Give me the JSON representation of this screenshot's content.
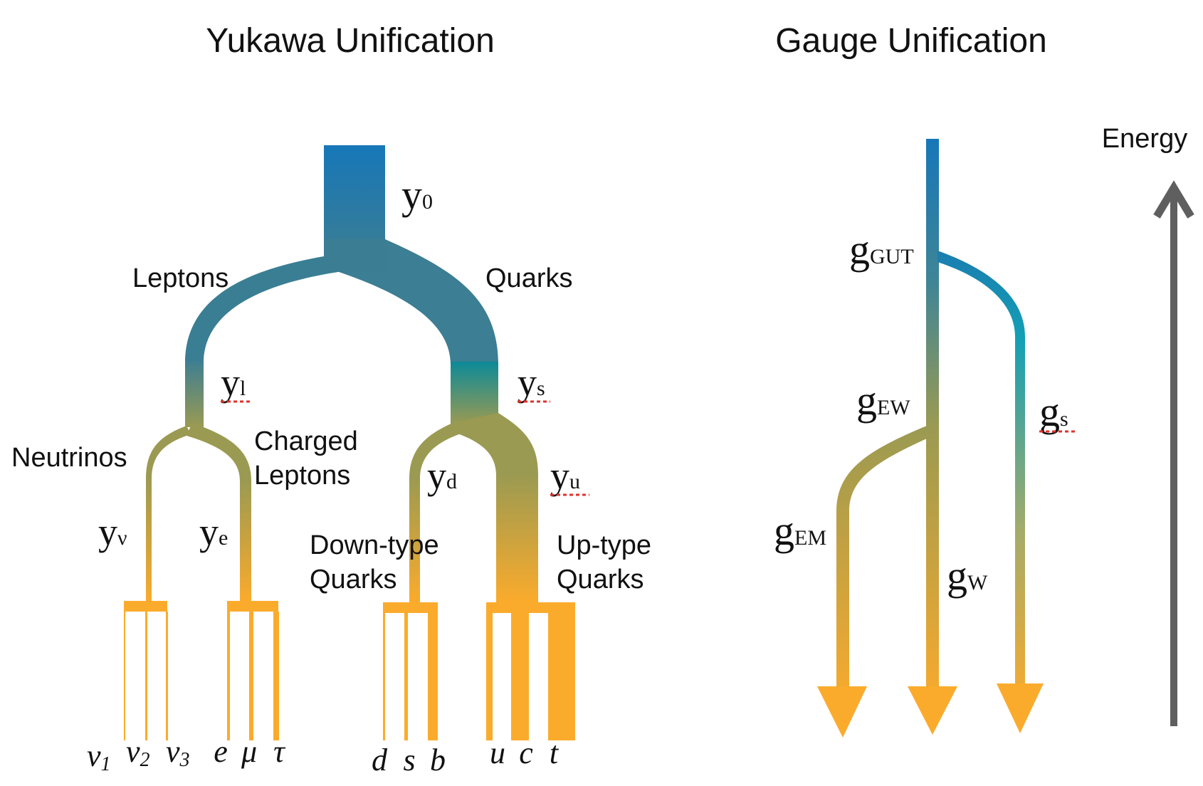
{
  "titles": {
    "yukawa": "Yukawa Unification",
    "gauge": "Gauge Unification"
  },
  "yukawa": {
    "branch_labels": {
      "leptons": "Leptons",
      "quarks": "Quarks",
      "neutrinos": "Neutrinos",
      "charged_leptons_1": "Charged",
      "charged_leptons_2": "Leptons",
      "down_type_1": "Down-type",
      "down_type_2": "Quarks",
      "up_type_1": "Up-type",
      "up_type_2": "Quarks"
    },
    "couplings": {
      "y0": {
        "base": "y",
        "sub": "0"
      },
      "yl": {
        "base": "y",
        "sub": "l"
      },
      "ys": {
        "base": "y",
        "sub": "s"
      },
      "yd": {
        "base": "y",
        "sub": "d"
      },
      "yu": {
        "base": "y",
        "sub": "u"
      },
      "ynu": {
        "base": "y",
        "sub": "ν"
      },
      "ye": {
        "base": "y",
        "sub": "e"
      }
    },
    "particles": {
      "nu1": {
        "base": "ν",
        "sub": "1"
      },
      "nu2": {
        "base": "ν",
        "sub": "2"
      },
      "nu3": {
        "base": "ν",
        "sub": "3"
      },
      "e": "e",
      "mu": "μ",
      "tau": "τ",
      "d": "d",
      "s": "s",
      "b": "b",
      "u": "u",
      "c": "c",
      "t": "t"
    }
  },
  "gauge": {
    "couplings": {
      "gGUT": {
        "base": "g",
        "sub": "GUT"
      },
      "gEW": {
        "base": "g",
        "sub": "EW"
      },
      "gEM": {
        "base": "g",
        "sub": "EM"
      },
      "gW": {
        "base": "g",
        "sub": "W"
      },
      "gs": {
        "base": "g",
        "sub": "s"
      }
    },
    "energy_label": "Energy"
  },
  "colors": {
    "top_blue": "#1777b8",
    "teal": "#3f7f91",
    "cyan": "#0c8ea6",
    "olive": "#9a9a52",
    "orange": "#fbab2c",
    "arrow_gray": "#5f5f5f",
    "spell_underline": "#e0322c"
  }
}
